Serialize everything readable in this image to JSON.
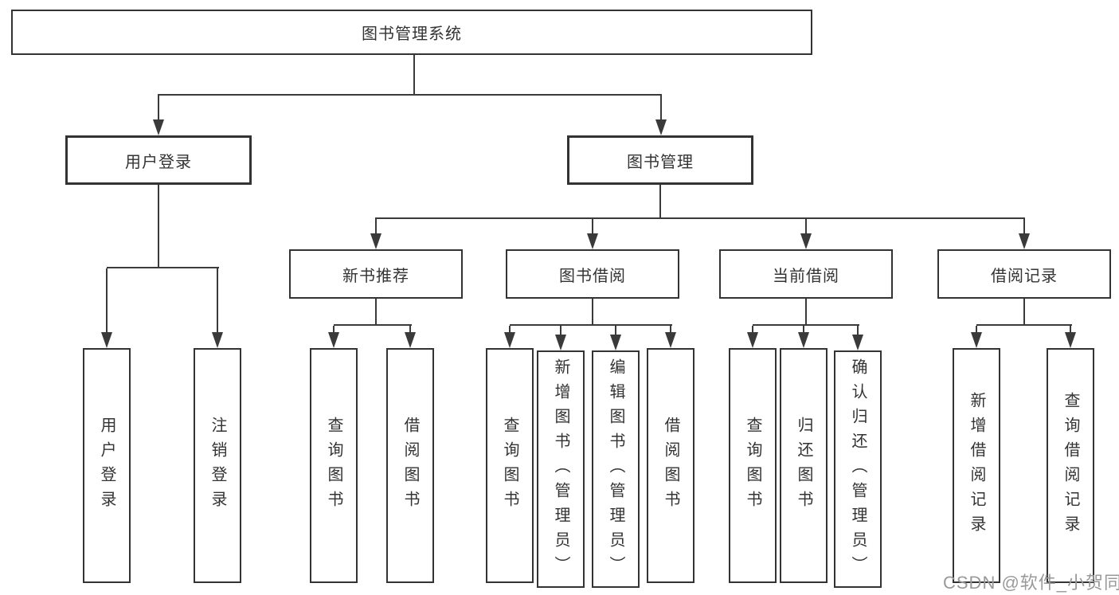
{
  "tree": {
    "root": {
      "label": "图书管理系统"
    },
    "user_login": {
      "label": "用户登录",
      "children": [
        {
          "label": "用户登录"
        },
        {
          "label": "注销登录"
        }
      ]
    },
    "book_management": {
      "label": "图书管理",
      "sections": [
        {
          "label": "新书推荐",
          "children": [
            {
              "label": "查询图书"
            },
            {
              "label": "借阅图书"
            }
          ]
        },
        {
          "label": "图书借阅",
          "children": [
            {
              "label": "查询图书"
            },
            {
              "label": "新增图书（管理员）"
            },
            {
              "label": "编辑图书（管理员）"
            },
            {
              "label": "借阅图书"
            }
          ]
        },
        {
          "label": "当前借阅",
          "children": [
            {
              "label": "查询图书"
            },
            {
              "label": "归还图书"
            },
            {
              "label": "确认归还（管理员）"
            }
          ]
        },
        {
          "label": "借阅记录",
          "children": [
            {
              "label": "新增借阅记录"
            },
            {
              "label": "查询借阅记录"
            }
          ]
        }
      ]
    }
  },
  "watermark": {
    "text": "CSDN @软件_小贺同学"
  },
  "colors": {
    "line": "#3a3a3a",
    "border": "#333333",
    "text": "#333333",
    "background": "#ffffff",
    "watermark": "#999999"
  }
}
